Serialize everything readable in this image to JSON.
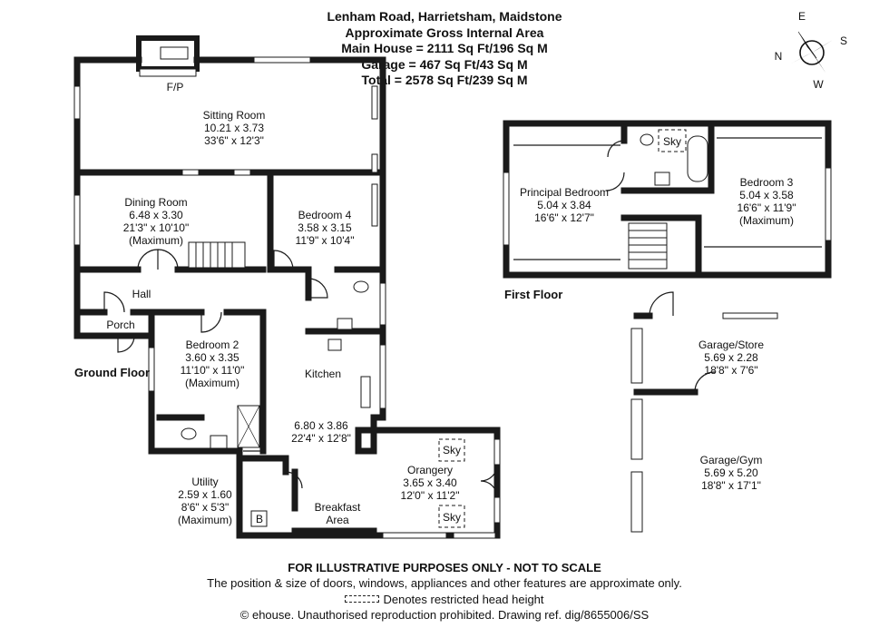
{
  "header": {
    "lines": [
      "Lenham Road, Harrietsham, Maidstone",
      "Approximate Gross Internal Area",
      "Main House = 2111 Sq Ft/196 Sq M",
      "Garage = 467 Sq Ft/43 Sq M",
      "Total = 2578 Sq Ft/239 Sq M"
    ]
  },
  "compass": {
    "n": "N",
    "e": "E",
    "s": "S",
    "w": "W"
  },
  "floors": {
    "ground": "Ground Floor",
    "first": "First Floor"
  },
  "rooms": {
    "fireplace": "F/P",
    "sitting": [
      "Sitting Room",
      "10.21 x 3.73",
      "33'6\" x 12'3\""
    ],
    "dining": [
      "Dining Room",
      "6.48 x 3.30",
      "21'3\" x 10'10\"",
      "(Maximum)"
    ],
    "bed4": [
      "Bedroom 4",
      "3.58 x 3.15",
      "11'9\" x 10'4\""
    ],
    "hall": "Hall",
    "porch": "Porch",
    "bed2": [
      "Bedroom 2",
      "3.60 x 3.35",
      "11'10\" x 11'0\"",
      "(Maximum)"
    ],
    "kitchen": "Kitchen",
    "kitchen_dims": [
      "6.80 x 3.86",
      "22'4\" x 12'8\""
    ],
    "utility": [
      "Utility",
      "2.59 x 1.60",
      "8'6\" x 5'3\"",
      "(Maximum)"
    ],
    "boiler": "B",
    "breakfast": [
      "Breakfast",
      "Area"
    ],
    "orangery": [
      "Orangery",
      "3.65 x 3.40",
      "12'0\" x 11'2\""
    ],
    "sky": "Sky",
    "principal": [
      "Principal Bedroom",
      "5.04 x 3.84",
      "16'6\" x 12'7\""
    ],
    "bed3": [
      "Bedroom 3",
      "5.04 x 3.58",
      "16'6\" x 11'9\"",
      "(Maximum)"
    ],
    "garage_store": [
      "Garage/Store",
      "5.69 x 2.28",
      "18'8\" x 7'6\""
    ],
    "garage_gym": [
      "Garage/Gym",
      "5.69 x 5.20",
      "18'8\" x 17'1\""
    ]
  },
  "footer": {
    "disclaimer": "FOR ILLUSTRATIVE PURPOSES ONLY - NOT TO SCALE",
    "note": "The position & size of doors, windows, appliances and other features are approximate only.",
    "legend": "Denotes restricted head height",
    "copyright": "© ehouse. Unauthorised reproduction prohibited. Drawing ref. dig/8655006/SS"
  }
}
